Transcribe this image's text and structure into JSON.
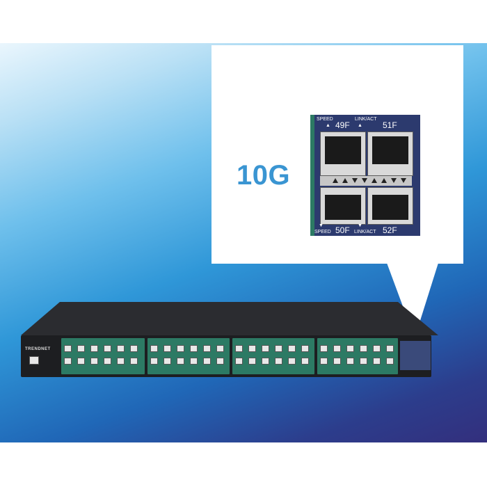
{
  "scene": {
    "description_label": "10G",
    "brand": "TRENDNET",
    "zoom_labels": {
      "speed_top": "SPEED",
      "port_49": "49F",
      "linkact_top": "LINK/ACT",
      "port_51": "51F",
      "speed_bottom": "SPEED",
      "port_50": "50F",
      "linkact_bottom": "LINK/ACT",
      "port_52": "52F"
    },
    "colors": {
      "callout_text": "#3a95d2",
      "port_group": "#2c7a64",
      "chassis": "#1d1e21"
    }
  }
}
